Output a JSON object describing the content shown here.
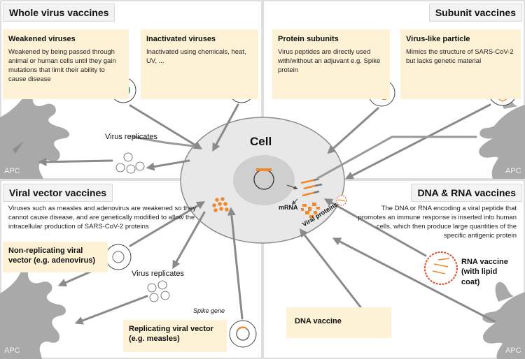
{
  "sections": {
    "whole": {
      "title": "Whole virus vaccines",
      "weakened": {
        "title": "Weakened viruses",
        "text": "Weakened by being passed through animal or human cells until they gain mutations that limit their ability to cause disease"
      },
      "inactivated": {
        "title": "Inactivated viruses",
        "text": "Inactivated using chemicals, heat, UV, ..."
      },
      "replicates": "Virus replicates"
    },
    "subunit": {
      "title": "Subunit vaccines",
      "protein": {
        "title": "Protein subunits",
        "text": "Virus peptides are directly used with/without an adjuvant e.g. Spike protein"
      },
      "vlp": {
        "title": "Virus-like particle",
        "text": "Mimics the structure of SARS-CoV-2 but lacks genetic material"
      }
    },
    "vector": {
      "title": "Viral vector vaccines",
      "text": "Viruses such as measles and adenovirus are weakened so they cannot cause disease, and are genetically modified to allow the intracellular production of SARS-CoV-2 proteins",
      "nonrep": "Non-replicating viral vector (e.g. adenovirus)",
      "replicates": "Virus replicates",
      "spike_gene": "Spike gene",
      "rep": "Replicating viral vector (e.g. measles)"
    },
    "nucleic": {
      "title": "DNA & RNA vaccines",
      "text": "The DNA or RNA encoding a viral peptide that promotes an immune response is inserted into human cells, which then produce large quantities of the specific antigenic protein",
      "rna": "RNA vaccine (with lipid coat)",
      "dna": "DNA vaccine"
    }
  },
  "cell": {
    "title": "Cell",
    "mrna": "mRNA",
    "viral_proteins": "Viral proteins"
  },
  "apc": {
    "tl": "APC",
    "tr": "APC",
    "bl": "APC",
    "br": "APC"
  },
  "colors": {
    "accent": "#ef8a2b",
    "panel_bg": "#fdf2d6",
    "cell": "#e8e8e8",
    "nucleus": "#cfcfcf",
    "arrow": "#8a8a8a",
    "apc": "#aaaaaa"
  }
}
